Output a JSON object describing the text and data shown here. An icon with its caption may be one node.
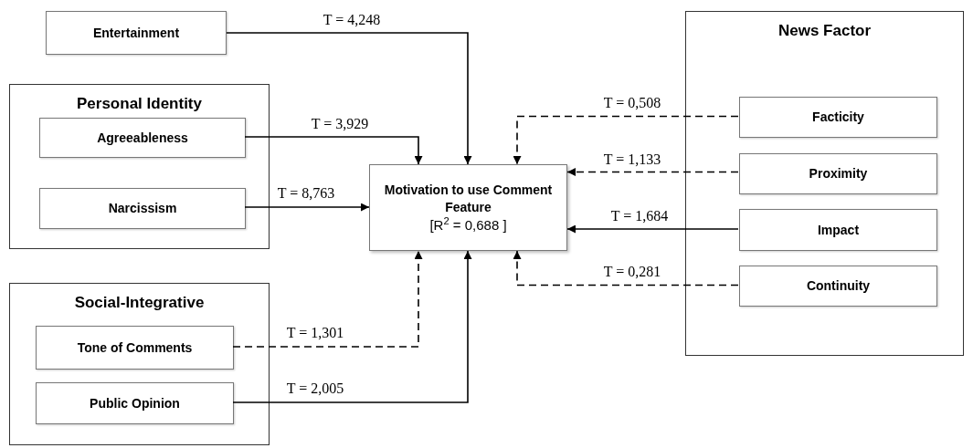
{
  "diagram": {
    "nodes": [
      {
        "text": [
          "Entertainment"
        ]
      },
      {
        "text": [
          "Personal Identity"
        ]
      },
      {
        "text": [
          "Agreeableness"
        ],
        "in": 1
      },
      {
        "text": [
          "Narcissism"
        ],
        "in": 1
      },
      {
        "text": [
          "Social-Integrative"
        ]
      },
      {
        "text": [
          "Tone of Comments"
        ],
        "in": 4
      },
      {
        "text": [
          "Public Opinion"
        ],
        "in": 4
      },
      {
        "text": [
          "Motivation to use Comment Feature",
          "[R$^{2}$ = 0,688 ]"
        ]
      },
      {
        "text": [
          "News Factor"
        ]
      },
      {
        "text": [
          "Facticity"
        ],
        "in": 8
      },
      {
        "text": [
          "Proximity"
        ],
        "in": 8
      },
      {
        "text": [
          "Impact"
        ],
        "in": 8
      },
      {
        "text": [
          "Continuity"
        ],
        "in": 8
      }
    ],
    "edges": [
      {
        "from": 0,
        "to": 7,
        "arrow": "to",
        "label": "T = 4,248"
      },
      {
        "from": 2,
        "to": 7,
        "arrow": "to",
        "label": "T = 3,929"
      },
      {
        "from": 3,
        "to": 7,
        "arrow": "to",
        "label": "T = 8,763"
      },
      {
        "from": 5,
        "to": 7,
        "arrow": "to",
        "label": "T = 1,301",
        "style": "dashed"
      },
      {
        "from": 6,
        "to": 7,
        "arrow": "to",
        "label": "T = 2,005"
      },
      {
        "from": 9,
        "to": 7,
        "arrow": "to",
        "label": "T = 0,508",
        "style": "dashed"
      },
      {
        "from": 10,
        "to": 7,
        "arrow": "to",
        "label": "T = 1,133",
        "style": "dashed"
      },
      {
        "from": 11,
        "to": 7,
        "arrow": "to",
        "label": "T = 1,684"
      },
      {
        "from": 12,
        "to": 7,
        "arrow": "to",
        "label": "T = 0,281",
        "style": "dashed"
      }
    ]
  }
}
